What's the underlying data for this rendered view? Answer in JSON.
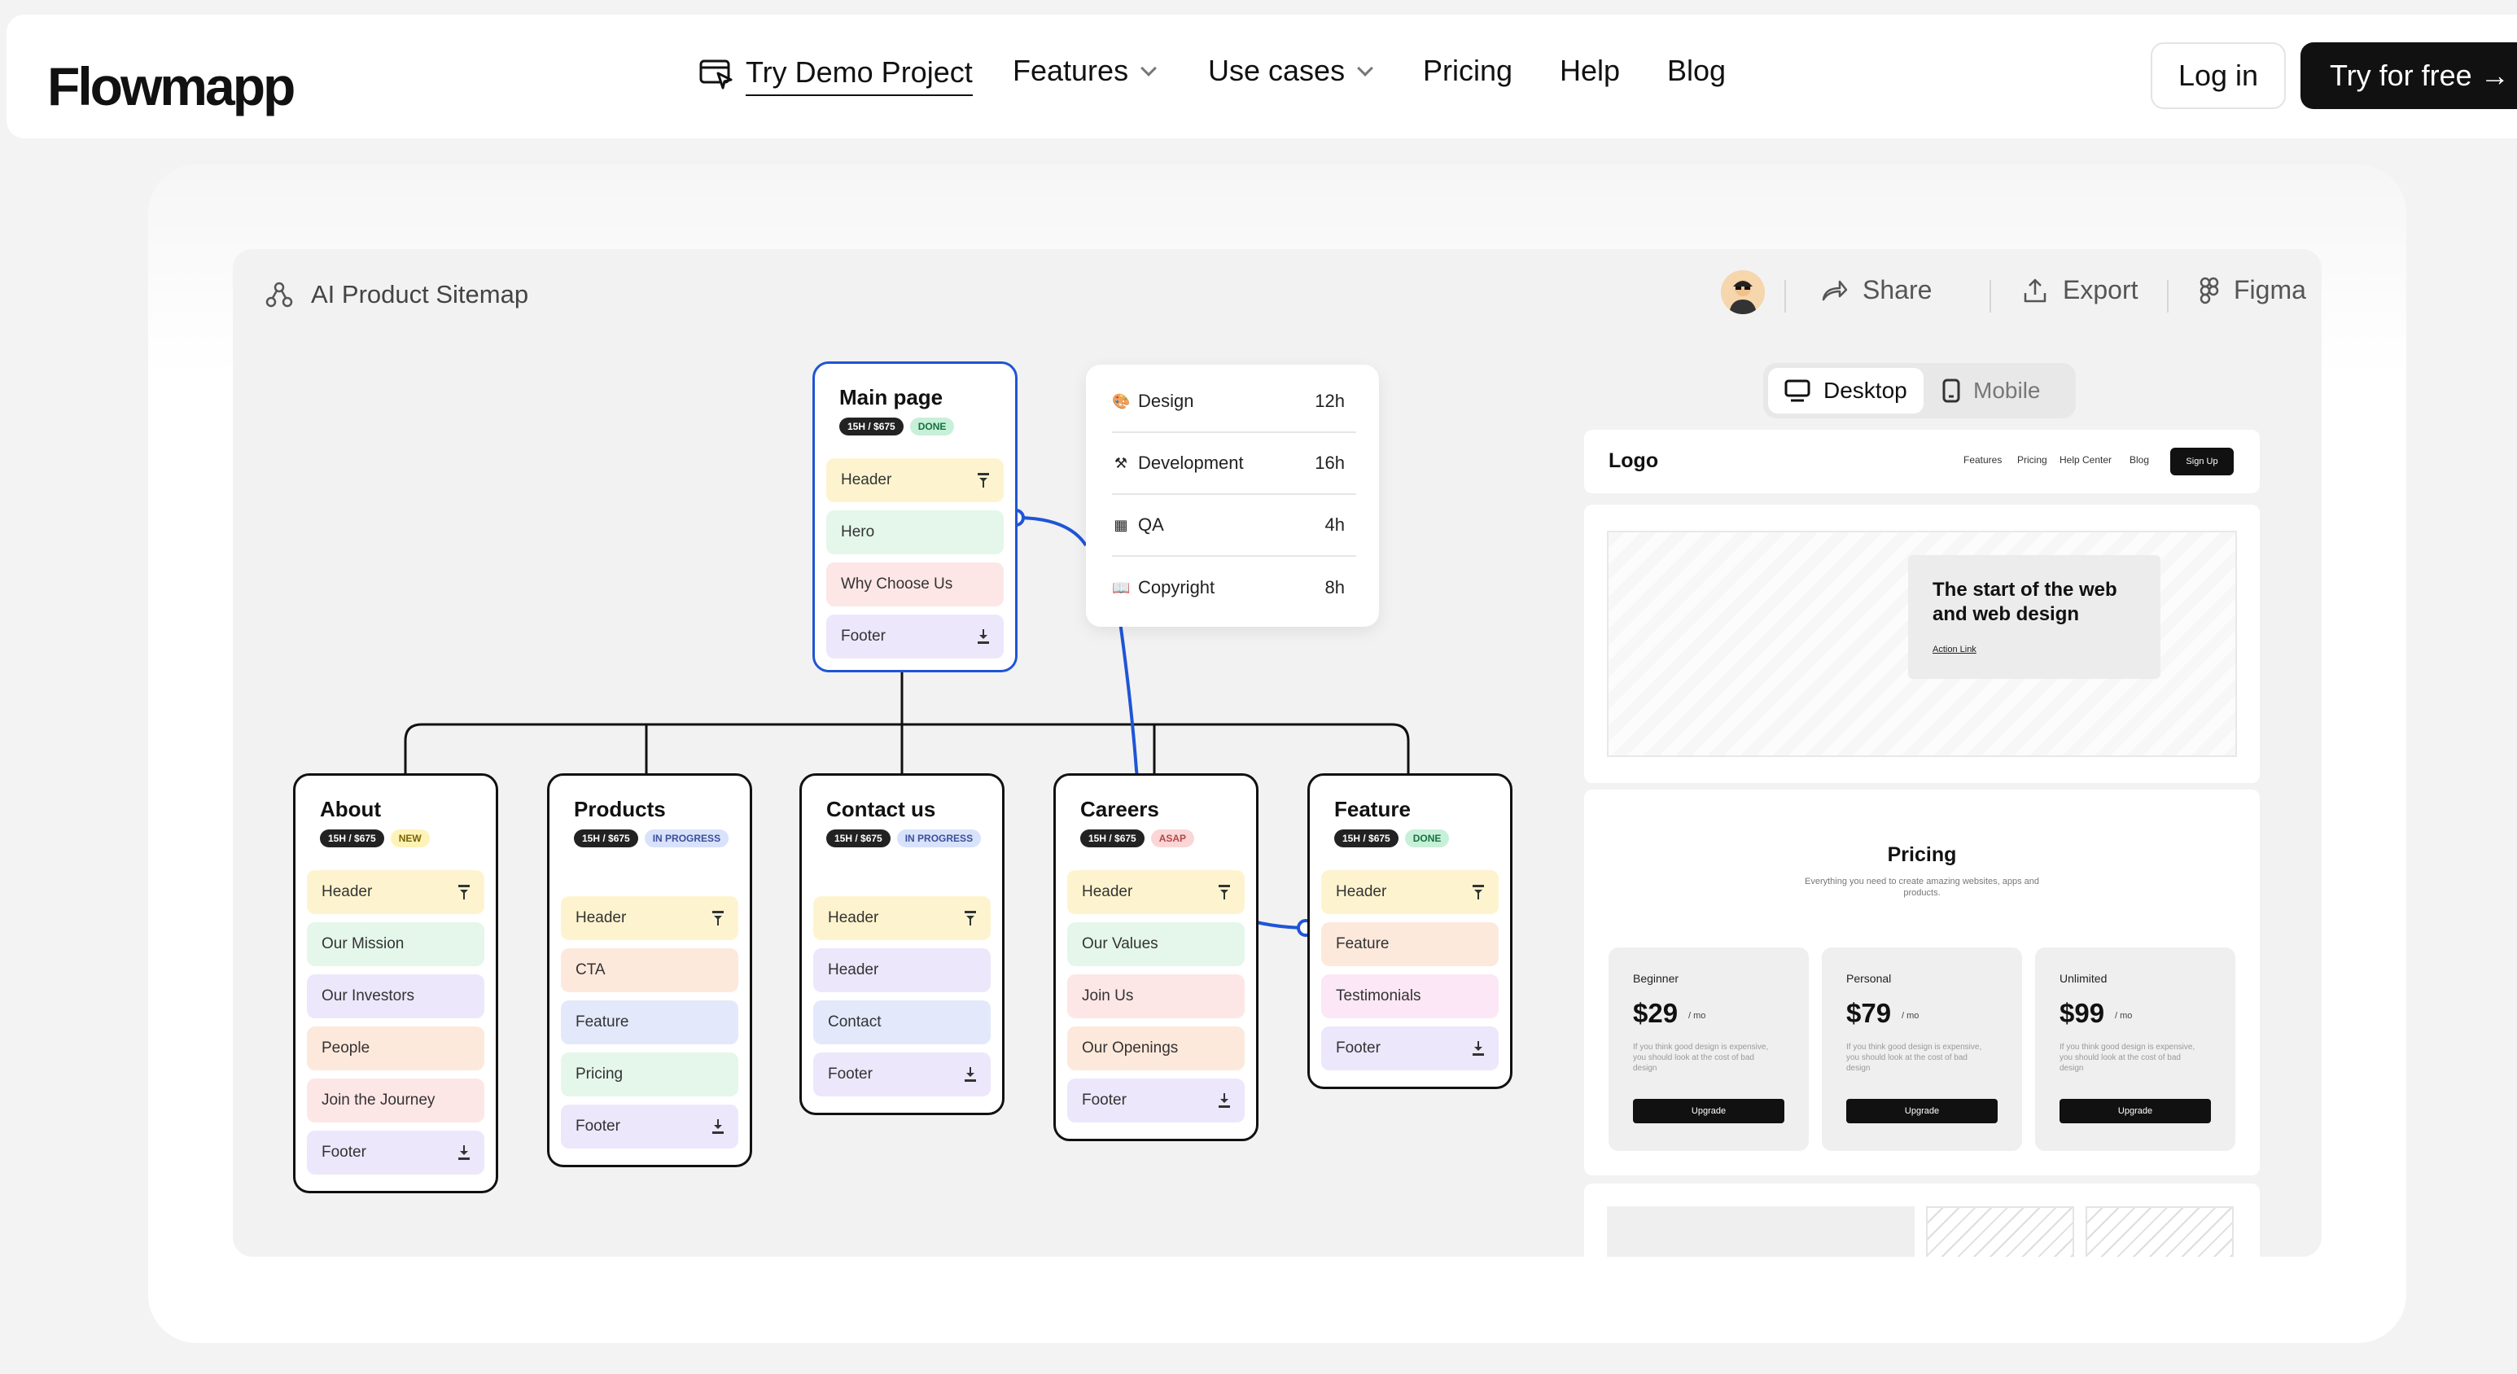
{
  "nav": {
    "logo": "Flowmapp",
    "demo_label": "Try Demo Project",
    "features_label": "Features",
    "use_cases_label": "Use cases",
    "pricing_label": "Pricing",
    "help_label": "Help",
    "blog_label": "Blog",
    "login_label": "Log in",
    "try_label": "Try for free →"
  },
  "app": {
    "title": "AI Product Sitemap",
    "share_label": "Share",
    "export_label": "Export",
    "figma_label": "Figma"
  },
  "sitemap": {
    "main": {
      "title": "Main page",
      "badges": [
        "15H / $675",
        "DONE"
      ],
      "sections": [
        "Header",
        "Hero",
        "Why Choose Us",
        "Footer"
      ]
    },
    "about": {
      "title": "About",
      "badges": [
        "15H / $675",
        "NEW"
      ],
      "sections": [
        "Header",
        "Our Mission",
        "Our Investors",
        "People",
        "Join the Journey",
        "Footer"
      ]
    },
    "products": {
      "title": "Products",
      "badges": [
        "15H / $675",
        "IN PROGRESS"
      ],
      "sections": [
        "Header",
        "CTA",
        "Feature",
        "Pricing",
        "Footer"
      ]
    },
    "contact": {
      "title": "Contact us",
      "badges": [
        "15H / $675",
        "IN PROGRESS"
      ],
      "sections": [
        "Header",
        "Header",
        "Contact",
        "Footer"
      ]
    },
    "careers": {
      "title": "Careers",
      "badges": [
        "15H / $675",
        "ASAP"
      ],
      "sections": [
        "Header",
        "Our Values",
        "Join Us",
        "Our Openings",
        "Footer"
      ]
    },
    "feature": {
      "title": "Feature",
      "badges": [
        "15H / $675",
        "DONE"
      ],
      "sections": [
        "Header",
        "Feature",
        "Testimonials",
        "Footer"
      ]
    }
  },
  "estimate": {
    "rows": [
      {
        "icon": "palette-icon",
        "label": "Design",
        "value": "12h"
      },
      {
        "icon": "tools-icon",
        "label": "Development",
        "value": "16h"
      },
      {
        "icon": "qa-icon",
        "label": "QA",
        "value": "4h"
      },
      {
        "icon": "book-icon",
        "label": "Copyright",
        "value": "8h"
      }
    ]
  },
  "preview": {
    "toggle_desktop": "Desktop",
    "toggle_mobile": "Mobile",
    "nav_logo": "Logo",
    "nav_links": [
      "Features",
      "Pricing",
      "Help Center",
      "Blog"
    ],
    "nav_signup": "Sign Up",
    "hero_title": "The start of the web and web design",
    "hero_link": "Action Link",
    "pricing_title": "Pricing",
    "pricing_sub": "Everything you need to create amazing websites, apps and products.",
    "plans": [
      {
        "name": "Beginner",
        "price": "$29",
        "per": "/ mo",
        "desc": "If you think good design is expensive, you should look at the cost of bad design",
        "button": "Upgrade"
      },
      {
        "name": "Personal",
        "price": "$79",
        "per": "/ mo",
        "desc": "If you think good design is expensive, you should look at the cost of bad design",
        "button": "Upgrade"
      },
      {
        "name": "Unlimited",
        "price": "$99",
        "per": "/ mo",
        "desc": "If you think good design is expensive, you should look at the cost of bad design",
        "button": "Upgrade"
      }
    ]
  },
  "colors": {
    "accent_blue": "#1f55d6",
    "dark": "#111111",
    "page_bg": "#f3f3f3"
  }
}
